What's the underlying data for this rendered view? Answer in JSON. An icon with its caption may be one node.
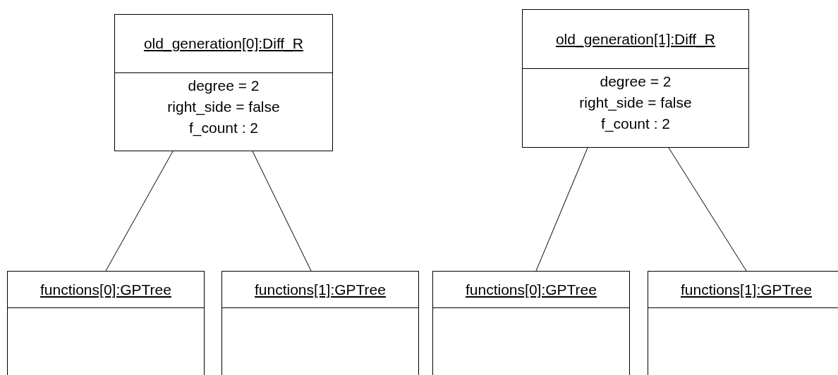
{
  "diagram": {
    "nodes": [
      {
        "text": [
          "old_generation[0]:Diff_R",
          "degree = 2",
          "right_side = false",
          "f_count : 2"
        ]
      },
      {
        "text": [
          "old_generation[1]:Diff_R",
          "degree = 2",
          "right_side = false",
          "f_count : 2"
        ]
      },
      {
        "text": [
          "functions[0]:GPTree"
        ]
      },
      {
        "text": [
          "functions[1]:GPTree"
        ]
      },
      {
        "text": [
          "functions[0]:GPTree"
        ]
      },
      {
        "text": [
          "functions[1]:GPTree"
        ]
      }
    ],
    "edges": [
      {
        "from": 0,
        "to": 2,
        "arrow": "none"
      },
      {
        "from": 0,
        "to": 3,
        "arrow": "none"
      },
      {
        "from": 1,
        "to": 4,
        "arrow": "none"
      },
      {
        "from": 1,
        "to": 5,
        "arrow": "none"
      }
    ]
  }
}
